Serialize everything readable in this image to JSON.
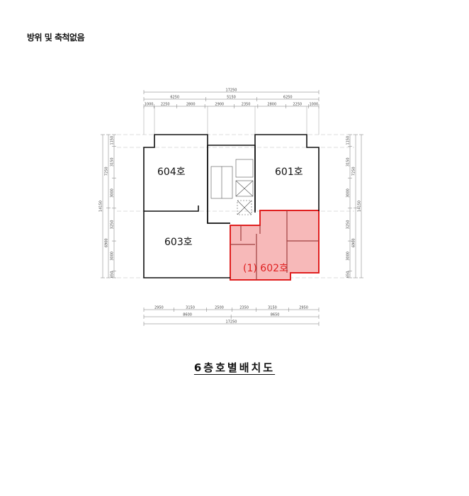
{
  "header_note": "방위 및 축척없음",
  "plan": {
    "units": [
      {
        "label": "604호"
      },
      {
        "label": "601호"
      },
      {
        "label": "603호"
      },
      {
        "label": "(1) 602호",
        "highlighted": true
      }
    ],
    "highlight_color": "#e02020",
    "highlight_fill": "#f7b9b9",
    "top_dims": {
      "total": "17250",
      "mid": [
        "6250",
        "5150",
        "6250"
      ],
      "detail": [
        "1000",
        "2250",
        "2800",
        "2900",
        "2350",
        "2800",
        "2250",
        "1000"
      ]
    },
    "bottom_dims": {
      "total": "17250",
      "mid": [
        "8600",
        "8650"
      ],
      "detail": [
        "2950",
        "3150",
        "2500",
        "2350",
        "3150",
        "2950"
      ]
    },
    "left_dims": {
      "total": "14150",
      "mid": [
        "7250",
        "6900"
      ],
      "detail": [
        "1150",
        "3150",
        "3000",
        "3250",
        "3000",
        "650"
      ]
    },
    "right_dims": {
      "total": "14150",
      "mid": [
        "7250",
        "6900"
      ],
      "detail": [
        "1150",
        "3150",
        "3000",
        "3250",
        "3000",
        "650"
      ]
    }
  },
  "title": "6층호별배치도"
}
